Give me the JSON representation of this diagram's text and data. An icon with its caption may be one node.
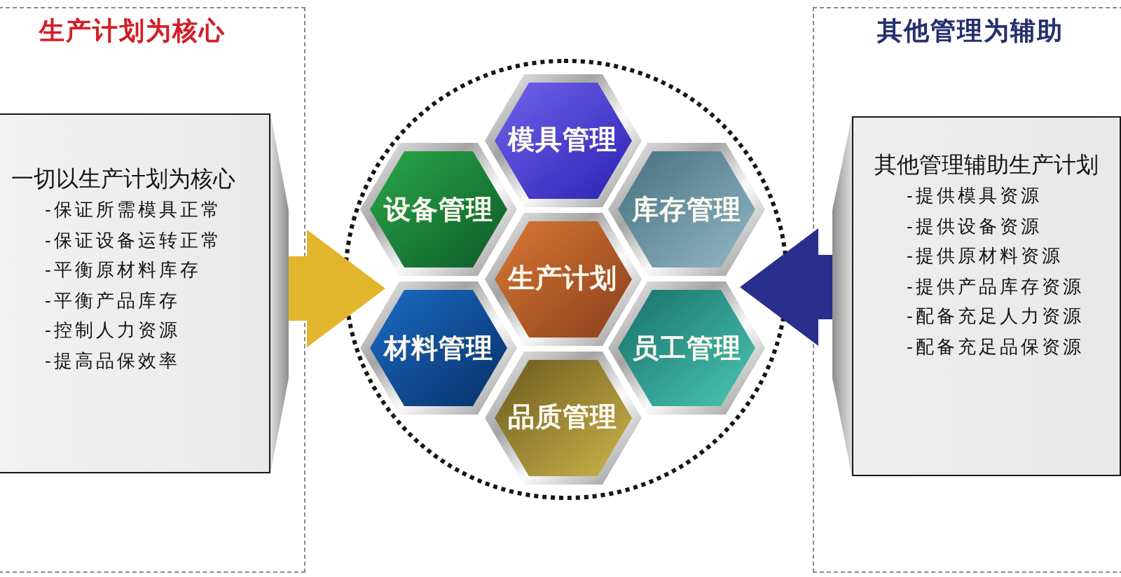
{
  "diagram": {
    "nodes": [
      {
        "text": [
          "生产计划为核心"
        ]
      },
      {
        "text": [
          "一切以生产计划为核心",
          "-保证所需模具正常",
          "-保证设备运转正常",
          "-平衡原材料库存",
          "-平衡产品库存",
          "-控制人力资源",
          "-提高品保效率"
        ],
        "in": 0
      },
      {
        "text": [],
        "shape": "circle"
      },
      {
        "text": [
          "模具管理"
        ],
        "in": 2
      },
      {
        "text": [
          "设备管理"
        ],
        "in": 2
      },
      {
        "text": [
          "库存管理"
        ],
        "in": 2
      },
      {
        "text": [
          "生产计划"
        ],
        "in": 2
      },
      {
        "text": [
          "材料管理"
        ],
        "in": 2
      },
      {
        "text": [
          "员工管理"
        ],
        "in": 2
      },
      {
        "text": [
          "品质管理"
        ],
        "in": 2
      },
      {
        "text": [
          "其他管理为辅助"
        ]
      },
      {
        "text": [
          "其他管理辅助生产计划",
          "-提供模具资源",
          "-提供设备资源",
          "-提供原材料资源",
          "-提供产品库存资源",
          "-配备充足人力资源",
          "-配备充足品保资源"
        ],
        "in": 10
      }
    ],
    "edges": [
      {
        "from": 1,
        "to": 2,
        "arrow": "to",
        "color": "#e2b52c"
      },
      {
        "from": 11,
        "to": 2,
        "arrow": "to",
        "color": "#2a2e8c"
      }
    ]
  }
}
